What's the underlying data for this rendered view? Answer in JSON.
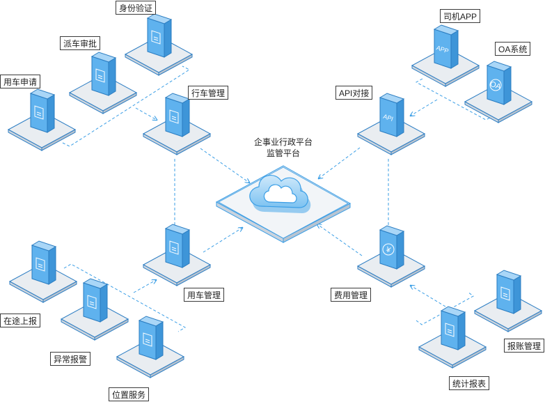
{
  "center": {
    "line1": "企事业行政平台",
    "line2": "监管平台",
    "icon": "cloud-icon"
  },
  "nodes": {
    "identity": {
      "label": "身份验证",
      "icon": "id-card-icon"
    },
    "dispatch": {
      "label": "派车审批",
      "icon": "approval-icon"
    },
    "apply": {
      "label": "用车申请",
      "icon": "document-icon"
    },
    "drive": {
      "label": "行车管理",
      "icon": "gear-document-icon"
    },
    "driver_app": {
      "label": "司机APP",
      "icon": "app-icon",
      "glyph": "APP"
    },
    "oa": {
      "label": "OA系统",
      "icon": "oa-icon",
      "glyph": "OA"
    },
    "api": {
      "label": "API对接",
      "icon": "api-icon",
      "glyph": "API"
    },
    "vehicle": {
      "label": "用车管理",
      "icon": "truck-icon"
    },
    "report_road": {
      "label": "在途上报",
      "icon": "warning-icon"
    },
    "alarm": {
      "label": "异常报警",
      "icon": "alarm-icon"
    },
    "location": {
      "label": "位置服务",
      "icon": "location-pin-icon"
    },
    "expense": {
      "label": "费用管理",
      "icon": "yen-icon",
      "glyph": "¥"
    },
    "reimburse": {
      "label": "报账管理",
      "icon": "chart-line-icon"
    },
    "stats": {
      "label": "统计报表",
      "icon": "report-icon"
    }
  },
  "colors": {
    "accent": "#3a9ee6",
    "server_front": "#5fb2ee",
    "server_side": "#3e95d8",
    "server_top": "#a9d6f7",
    "platform_top": "#eef2f6",
    "dash": "#3a9ee6"
  }
}
